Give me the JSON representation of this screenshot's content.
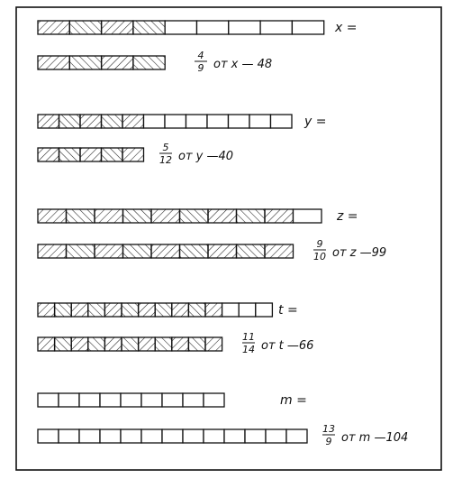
{
  "problems": [
    {
      "id": "x",
      "top_bar": {
        "total_segments": 9,
        "shaded_segments": 4
      },
      "top_label": "x =",
      "bottom_bar": {
        "total_segments": 4,
        "shaded_segments": 4
      },
      "fraction": {
        "numerator": "4",
        "denominator": "9"
      },
      "expression": "от  x — 48"
    },
    {
      "id": "y",
      "top_bar": {
        "total_segments": 12,
        "shaded_segments": 5
      },
      "top_label": "y =",
      "bottom_bar": {
        "total_segments": 5,
        "shaded_segments": 5
      },
      "fraction": {
        "numerator": "5",
        "denominator": "12"
      },
      "expression": "от  y —40"
    },
    {
      "id": "z",
      "top_bar": {
        "total_segments": 10,
        "shaded_segments": 9
      },
      "top_label": "z =",
      "bottom_bar": {
        "total_segments": 9,
        "shaded_segments": 9
      },
      "fraction": {
        "numerator": "9",
        "denominator": "10"
      },
      "expression": "от  z —99"
    },
    {
      "id": "t",
      "top_bar": {
        "total_segments": 14,
        "shaded_segments": 11
      },
      "top_label": "t =",
      "bottom_bar": {
        "total_segments": 11,
        "shaded_segments": 11
      },
      "fraction": {
        "numerator": "11",
        "denominator": "14"
      },
      "expression": "от  t —66"
    },
    {
      "id": "m",
      "top_bar": {
        "total_segments": 9,
        "shaded_segments": 0
      },
      "top_label": "m =",
      "bottom_bar": {
        "total_segments": 13,
        "shaded_segments": 0
      },
      "fraction": {
        "numerator": "13",
        "denominator": "9"
      },
      "expression": "от  m  —104"
    }
  ]
}
